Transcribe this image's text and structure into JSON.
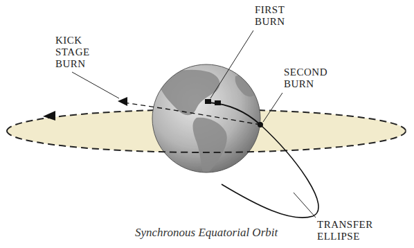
{
  "diagram": {
    "caption": "Synchronous Equatorial Orbit",
    "labels": [
      "KICK STAGE BURN",
      "FIRST BURN",
      "SECOND BURN",
      "TRANSFER ELLIPSE"
    ]
  }
}
